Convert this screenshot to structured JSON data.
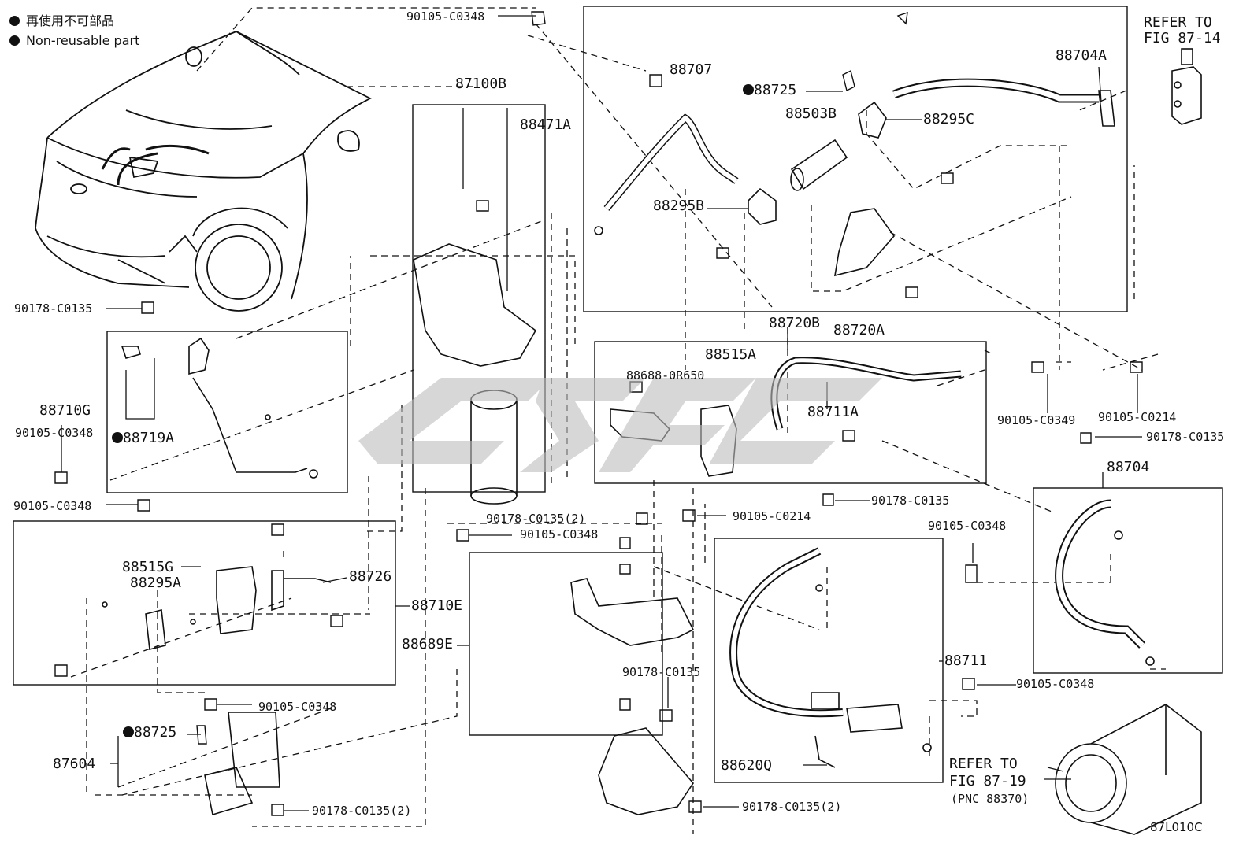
{
  "legend": {
    "line1": "再使用不可部品",
    "line2": "Non-reusable part"
  },
  "figure_code": "87L010C",
  "refer": {
    "fig_87_14_line1": "REFER TO",
    "fig_87_14_line2": "FIG 87-14",
    "fig_87_19_line1": "REFER TO",
    "fig_87_19_line2": "FIG 87-19",
    "fig_87_19_line3": "(PNC 88370)"
  },
  "parts": {
    "p90105_C0348_top": "90105-C0348",
    "p87100B": "87100B",
    "p88471A": "88471A",
    "p88707": "88707",
    "p88725_top": "88725",
    "p88503B": "88503B",
    "p88295C": "88295C",
    "p88704A": "88704A",
    "p88295B": "88295B",
    "p90178_C0135_left": "90178-C0135",
    "p88720B": "88720B",
    "p88720A": "88720A",
    "p88515A": "88515A",
    "p88688_0R650": "88688-0R650",
    "p88711A": "88711A",
    "p90105_C0349": "90105-C0349",
    "p90105_C0214_right": "90105-C0214",
    "p90178_C0135_right": "90178-C0135",
    "p88710G": "88710G",
    "p90105_C0348_left": "90105-C0348",
    "p88719A": "88719A",
    "p88704": "88704",
    "p90105_C0348_midleft": "90105-C0348",
    "p90178_C0135_2_mid": "90178-C0135(2)",
    "p90105_C0348_mid": "90105-C0348",
    "p90105_C0214_mid": "90105-C0214",
    "p90178_C0135_midright": "90178-C0135",
    "p90105_C0348_right": "90105-C0348",
    "p88515G": "88515G",
    "p88295A": "88295A",
    "p88726": "88726",
    "p88710E": "88710E",
    "p88689E": "88689E",
    "p88711": "88711",
    "p90178_C0135_bracket": "90178-C0135",
    "p90105_C0348_lower": "90105-C0348",
    "p90105_C0348_far_right": "90105-C0348",
    "p88725_bottom": "88725",
    "p87604": "87604",
    "p88620Q": "88620Q",
    "p90178_C0135_2_bottom_left": "90178-C0135(2)",
    "p90178_C0135_2_bottom_mid": "90178-C0135(2)"
  }
}
